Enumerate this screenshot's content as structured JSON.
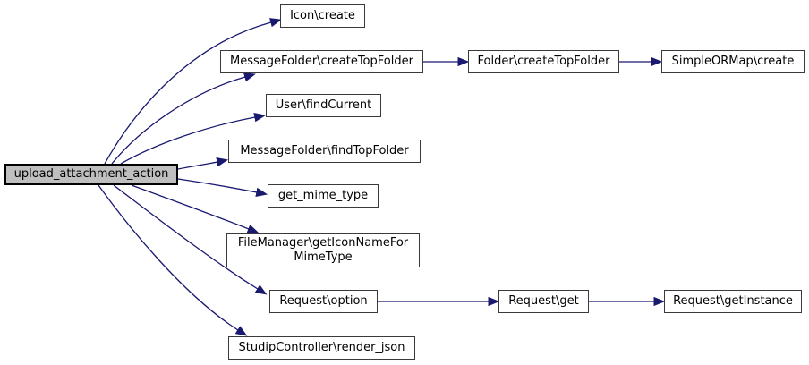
{
  "diagram": {
    "type": "call-graph",
    "background_color": "#ffffff",
    "edge_color": "#191970",
    "node_fill_color": "#ffffff",
    "node_border_color": "#3a3a3a",
    "selected_node_fill_color": "#bfbfbf",
    "selected_node_border_color": "#000000",
    "nodes": [
      {
        "id": "upload_attachment_action",
        "label": "upload_attachment_action",
        "selected": true
      },
      {
        "id": "icon_create",
        "label": "Icon\\create",
        "selected": false
      },
      {
        "id": "messagefolder_createtopfolder",
        "label": "MessageFolder\\createTopFolder",
        "selected": false
      },
      {
        "id": "folder_createtopfolder",
        "label": "Folder\\createTopFolder",
        "selected": false
      },
      {
        "id": "simpleormap_create",
        "label": "SimpleORMap\\create",
        "selected": false
      },
      {
        "id": "user_findcurrent",
        "label": "User\\findCurrent",
        "selected": false
      },
      {
        "id": "messagefolder_findtopfolder",
        "label": "MessageFolder\\findTopFolder",
        "selected": false
      },
      {
        "id": "get_mime_type",
        "label": "get_mime_type",
        "selected": false
      },
      {
        "id": "filemanager_geticonnameformimetype",
        "label": "FileManager\\getIconNameFor\nMimeType",
        "selected": false
      },
      {
        "id": "request_option",
        "label": "Request\\option",
        "selected": false
      },
      {
        "id": "request_get",
        "label": "Request\\get",
        "selected": false
      },
      {
        "id": "request_getinstance",
        "label": "Request\\getInstance",
        "selected": false
      },
      {
        "id": "studipcontroller_render_json",
        "label": "StudipController\\render_json",
        "selected": false
      }
    ],
    "edges": [
      {
        "from": "upload_attachment_action",
        "to": "icon_create"
      },
      {
        "from": "upload_attachment_action",
        "to": "messagefolder_createtopfolder"
      },
      {
        "from": "upload_attachment_action",
        "to": "user_findcurrent"
      },
      {
        "from": "upload_attachment_action",
        "to": "messagefolder_findtopfolder"
      },
      {
        "from": "upload_attachment_action",
        "to": "get_mime_type"
      },
      {
        "from": "upload_attachment_action",
        "to": "filemanager_geticonnameformimetype"
      },
      {
        "from": "upload_attachment_action",
        "to": "request_option"
      },
      {
        "from": "upload_attachment_action",
        "to": "studipcontroller_render_json"
      },
      {
        "from": "messagefolder_createtopfolder",
        "to": "folder_createtopfolder"
      },
      {
        "from": "folder_createtopfolder",
        "to": "simpleormap_create"
      },
      {
        "from": "request_option",
        "to": "request_get"
      },
      {
        "from": "request_get",
        "to": "request_getinstance"
      }
    ]
  }
}
